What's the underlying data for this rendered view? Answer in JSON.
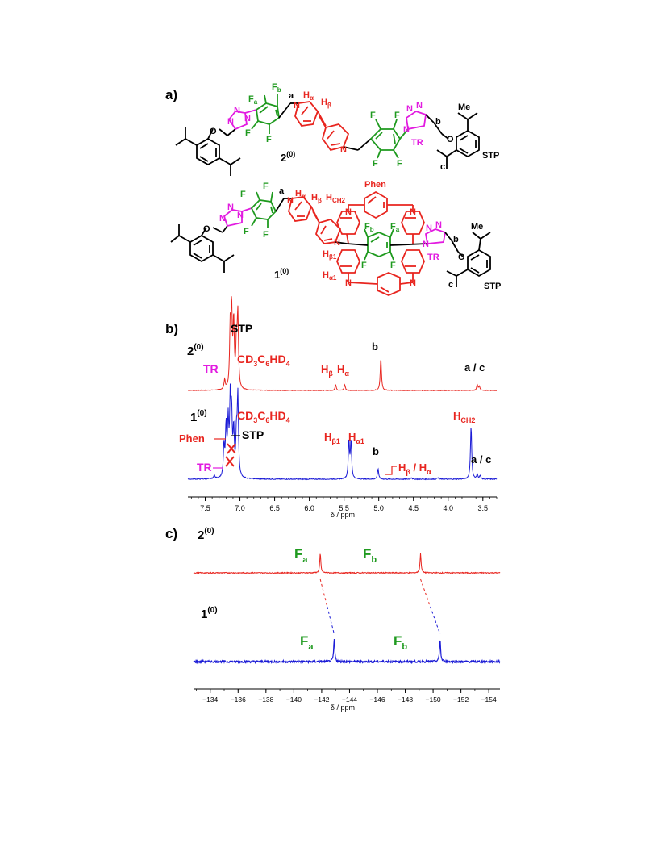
{
  "panels": {
    "a": {
      "letter": "a)",
      "compound_2": {
        "label": "2",
        "label_sup": "(0)",
        "atoms": {
          "a": "a",
          "b": "b",
          "c": "c",
          "Me": "Me",
          "STP": "STP",
          "TR": "TR",
          "Fa": "F",
          "Fa_sub": "a",
          "Fb": "F",
          "Fb_sub": "b",
          "F": "F",
          "N": "N",
          "Ha": "H",
          "Ha_sub": "α",
          "Hb": "H",
          "Hb_sub": "β"
        }
      },
      "compound_1": {
        "label": "1",
        "label_sup": "(0)",
        "atoms": {
          "a": "a",
          "b": "b",
          "c": "c",
          "Me": "Me",
          "STP": "STP",
          "TR": "TR",
          "Phen": "Phen",
          "HCH2": "H",
          "HCH2_sub": "CH2",
          "Hb1": "H",
          "Hb1_sub": "β1",
          "Ha1": "H",
          "Ha1_sub": "α1",
          "Ha": "H",
          "Ha_sub": "α",
          "Hb": "H",
          "Hb_sub": "β",
          "Fa": "F",
          "Fa_sub": "a",
          "Fb": "F",
          "Fb_sub": "b",
          "F": "F",
          "N": "N"
        }
      }
    },
    "b": {
      "letter": "b)",
      "trace_2": {
        "label": "2",
        "label_sup": "(0)",
        "labels": {
          "STP": "STP",
          "solvent": "CD3C6HD4",
          "TR": "TR",
          "Hb": "Hβ",
          "Ha": "Hα",
          "b": "b",
          "ac": "a / c"
        }
      },
      "trace_1": {
        "label": "1",
        "label_sup": "(0)",
        "labels": {
          "solvent": "CD3C6HD4",
          "STP": "STP",
          "Phen": "Phen",
          "TR": "TR",
          "Hb1": "Hβ1",
          "Ha1": "Hα1",
          "b": "b",
          "HbHa": "Hβ / Hα",
          "HCH2": "HCH2",
          "ac": "a / c"
        }
      },
      "axis": {
        "label": "δ / ppm",
        "ticks": [
          "7.5",
          "7.0",
          "6.5",
          "6.0",
          "5.5",
          "5.0",
          "4.5",
          "4.0",
          "3.5"
        ]
      }
    },
    "c": {
      "letter": "c)",
      "trace_2": {
        "label": "2",
        "label_sup": "(0)",
        "Fa": "F",
        "Fa_sub": "a",
        "Fb": "F",
        "Fb_sub": "b"
      },
      "trace_1": {
        "label": "1",
        "label_sup": "(0)",
        "Fa": "F",
        "Fa_sub": "a",
        "Fb": "F",
        "Fb_sub": "b"
      },
      "axis": {
        "label": "δ / ppm",
        "ticks": [
          "-134",
          "-136",
          "-138",
          "-140",
          "-142",
          "-144",
          "-146",
          "-148",
          "-150",
          "-152",
          "-154"
        ]
      }
    }
  },
  "colors": {
    "red": "#e8251f",
    "blue": "#1b1bd6",
    "green": "#1f9a1f",
    "magenta": "#e21be0",
    "black": "#000000",
    "dash": "#c060d8"
  },
  "chart_data": [
    {
      "type": "line",
      "x_axis": "δ / ppm",
      "xlim": [
        7.75,
        3.3
      ],
      "series": [
        {
          "name": "2(0)",
          "peaks": [
            {
              "x": 7.22,
              "h": 0.12
            },
            {
              "x": 7.14,
              "h": 0.72
            },
            {
              "x": 7.12,
              "h": 0.93
            },
            {
              "x": 7.09,
              "h": 0.81
            },
            {
              "x": 7.05,
              "h": 0.55
            },
            {
              "x": 7.03,
              "h": 0.9
            },
            {
              "x": 5.62,
              "h": 0.07
            },
            {
              "x": 5.49,
              "h": 0.07
            },
            {
              "x": 4.97,
              "h": 0.4
            },
            {
              "x": 3.58,
              "h": 0.07
            },
            {
              "x": 3.55,
              "h": 0.05
            }
          ]
        },
        {
          "name": "1(0)",
          "peaks": [
            {
              "x": 7.37,
              "h": 0.04
            },
            {
              "x": 7.23,
              "h": 0.35
            },
            {
              "x": 7.2,
              "h": 0.55
            },
            {
              "x": 7.17,
              "h": 0.6
            },
            {
              "x": 7.14,
              "h": 0.82
            },
            {
              "x": 7.12,
              "h": 0.65
            },
            {
              "x": 7.09,
              "h": 0.5
            },
            {
              "x": 7.05,
              "h": 0.45
            },
            {
              "x": 7.03,
              "h": 0.9
            },
            {
              "x": 5.43,
              "h": 0.42
            },
            {
              "x": 5.4,
              "h": 0.42
            },
            {
              "x": 5.01,
              "h": 0.12
            },
            {
              "x": 4.53,
              "h": 0.02
            },
            {
              "x": 4.15,
              "h": 0.02
            },
            {
              "x": 3.67,
              "h": 0.6
            },
            {
              "x": 3.58,
              "h": 0.05
            },
            {
              "x": 3.54,
              "h": 0.04
            }
          ]
        }
      ]
    },
    {
      "type": "line",
      "x_axis": "δ / ppm",
      "xlim": [
        -132.8,
        -154.8
      ],
      "series": [
        {
          "name": "2(0)",
          "peaks": [
            {
              "x": -141.9,
              "h": 1.0
            },
            {
              "x": -149.1,
              "h": 1.0
            }
          ]
        },
        {
          "name": "1(0)",
          "peaks": [
            {
              "x": -142.9,
              "h": 1.0
            },
            {
              "x": -150.5,
              "h": 1.0
            }
          ]
        }
      ]
    }
  ]
}
